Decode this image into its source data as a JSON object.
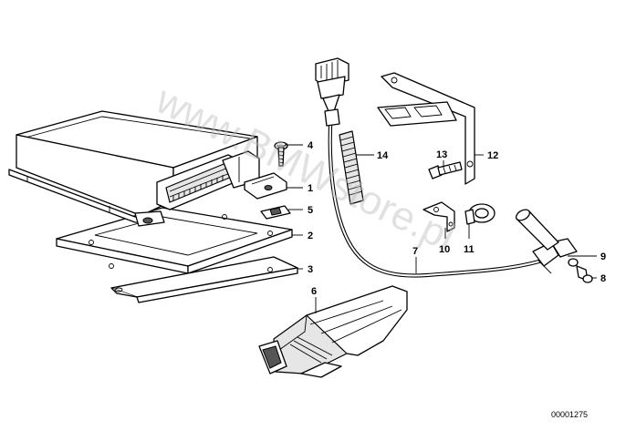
{
  "watermark": "www.BMWstore.pl",
  "reference_number": "00001275",
  "callouts": [
    {
      "id": "c1",
      "label": "1"
    },
    {
      "id": "c2",
      "label": "2"
    },
    {
      "id": "c3",
      "label": "3"
    },
    {
      "id": "c4",
      "label": "4"
    },
    {
      "id": "c5",
      "label": "5"
    },
    {
      "id": "c6",
      "label": "6"
    },
    {
      "id": "c7",
      "label": "7"
    },
    {
      "id": "c8",
      "label": "8"
    },
    {
      "id": "c9",
      "label": "9"
    },
    {
      "id": "c10",
      "label": "10"
    },
    {
      "id": "c11",
      "label": "11"
    },
    {
      "id": "c12",
      "label": "12"
    },
    {
      "id": "c13",
      "label": "13"
    },
    {
      "id": "c14",
      "label": "14"
    }
  ]
}
